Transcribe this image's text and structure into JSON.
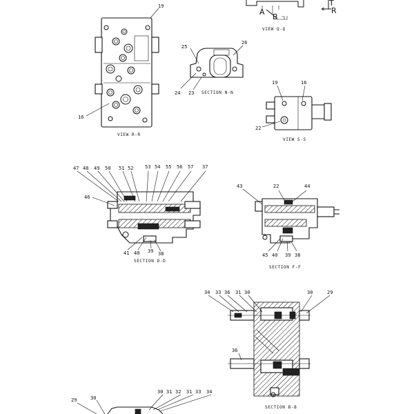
{
  "captions": {
    "view_q": "VIEW Q-Q",
    "view_r": "VIEW R-R",
    "section_n": "SECTION N-N",
    "view_s": "VIEW S-S",
    "section_d": "SECTION D-D",
    "section_f": "SECTION F-F",
    "section_b": "SECTION B-B"
  },
  "view_q": {
    "port_a": "A",
    "port_b": "B",
    "port_r": "R",
    "port_t": "T"
  },
  "view_r": {
    "labels": [
      "19",
      "16"
    ]
  },
  "section_n": {
    "labels": [
      "25",
      "26",
      "24",
      "23"
    ]
  },
  "view_s": {
    "labels": [
      "19",
      "16",
      "22"
    ]
  },
  "section_d": {
    "top_labels": [
      "47",
      "48",
      "49",
      "50",
      "51",
      "52",
      "53",
      "54",
      "55",
      "56",
      "57",
      "37"
    ],
    "left_label": "46",
    "bottom_labels": [
      "41",
      "40",
      "39",
      "38"
    ]
  },
  "section_f": {
    "top_labels": [
      "43",
      "22",
      "44"
    ],
    "bottom_labels": [
      "45",
      "40",
      "39",
      "38"
    ]
  },
  "section_b": {
    "top_left_labels": [
      "34",
      "33",
      "36",
      "31",
      "30"
    ],
    "top_right_labels": [
      "30",
      "29"
    ],
    "mid_label": "36"
  },
  "bottom_fragment": {
    "left_labels": [
      "29",
      "30"
    ],
    "right_labels": [
      "30",
      "31",
      "32",
      "31",
      "33",
      "34"
    ]
  }
}
